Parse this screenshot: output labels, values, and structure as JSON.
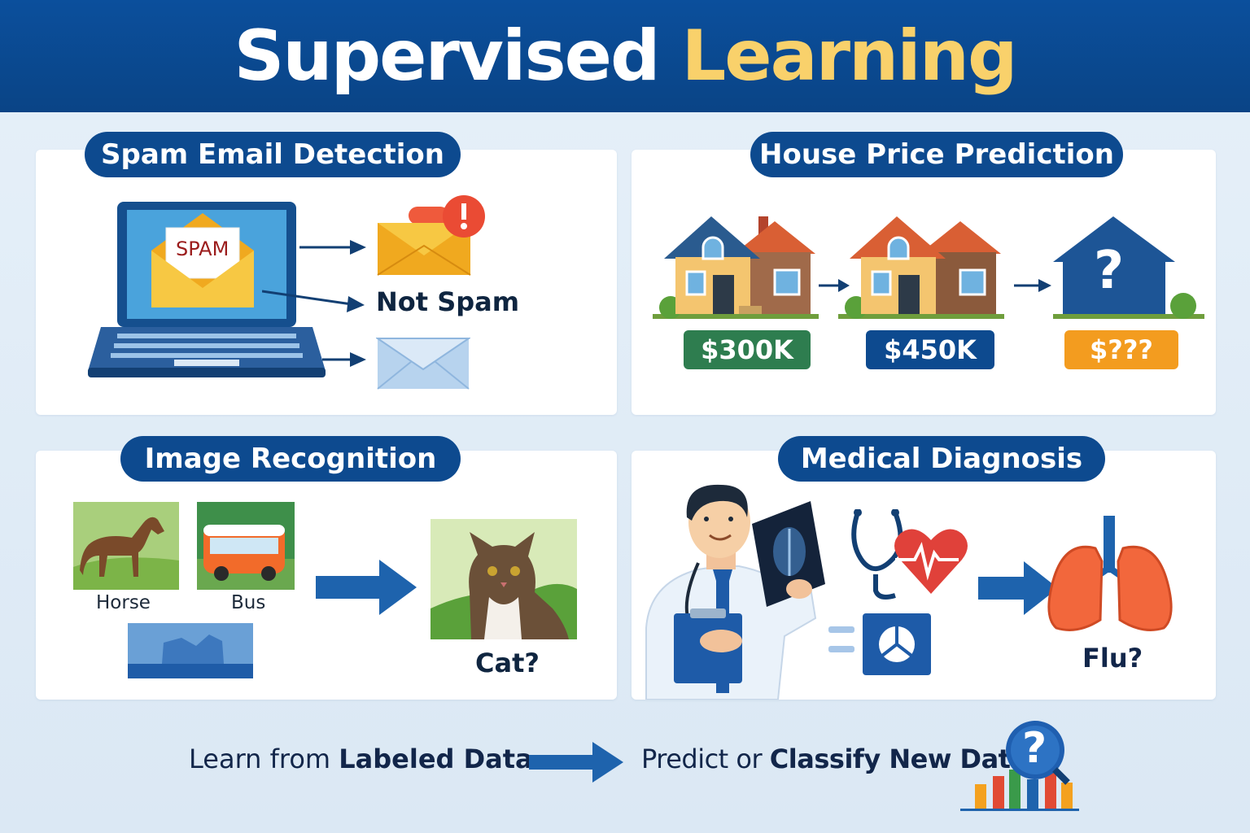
{
  "header": {
    "title_main": "Supervised",
    "title_accent": "Learning"
  },
  "panels": {
    "spam": {
      "title": "Spam Email Detection",
      "envelope_label": "SPAM",
      "result_label": "Not Spam"
    },
    "house": {
      "title": "House Price Prediction",
      "prices": [
        "$300K",
        "$450K",
        "$???"
      ],
      "mystery_mark": "?"
    },
    "image": {
      "title": "Image Recognition",
      "samples": [
        "Horse",
        "Bus"
      ],
      "query_label": "Cat?"
    },
    "medical": {
      "title": "Medical Diagnosis",
      "result_label": "Flu?"
    }
  },
  "footer": {
    "left_plain": "Learn from ",
    "left_bold": "Labeled Data",
    "right_plain": "Predict or ",
    "right_bold": "Classify New Data",
    "question_mark": "?"
  },
  "colors": {
    "header_blue": "#0b4f9c",
    "accent_yellow": "#f9d16b",
    "pill_blue": "#0d4a8f",
    "price_green": "#2e7d4f",
    "price_blue": "#0d4a8f",
    "price_orange": "#f39c1f"
  }
}
